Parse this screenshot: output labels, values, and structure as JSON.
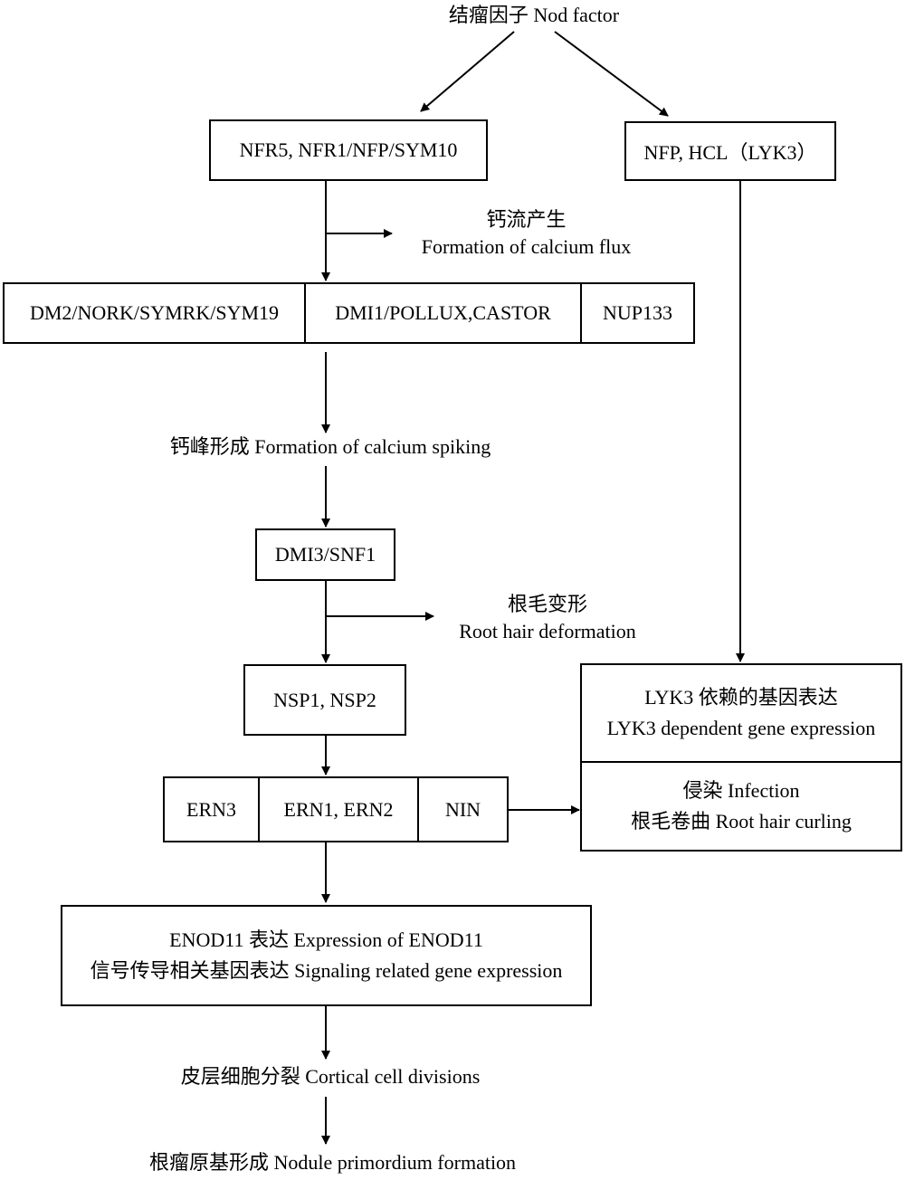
{
  "top": {
    "label": "结瘤因子  Nod factor"
  },
  "receptor_left": {
    "text": "NFR5, NFR1/NFP/SYM10"
  },
  "receptor_right": {
    "text": "NFP, HCL（LYK3）"
  },
  "calcium_flux": {
    "zh": "钙流产生",
    "en": "Formation of calcium flux"
  },
  "sym_row": {
    "cells": [
      "DM2/NORK/SYMRK/SYM19",
      "DMI1/POLLUX,CASTOR",
      "NUP133"
    ]
  },
  "calcium_spiking": {
    "label": "钙峰形成  Formation of calcium spiking"
  },
  "dmi3": {
    "text": "DMI3/SNF1"
  },
  "root_hair_deformation": {
    "zh": "根毛变形",
    "en": "Root hair deformation"
  },
  "nsp": {
    "text": "NSP1, NSP2"
  },
  "ern_row": {
    "cells": [
      "ERN3",
      "ERN1, ERN2",
      "NIN"
    ]
  },
  "lyk3_box": {
    "top_line1": "LYK3 依赖的基因表达",
    "top_line2": "LYK3 dependent gene expression",
    "bottom_line1": "侵染  Infection",
    "bottom_line2": "根毛卷曲  Root hair curling"
  },
  "enod_box": {
    "line1": "ENOD11 表达  Expression of ENOD11",
    "line2": "信号传导相关基因表达  Signaling related gene expression"
  },
  "cortical": {
    "label": "皮层细胞分裂  Cortical cell divisions"
  },
  "nodule": {
    "label": "根瘤原基形成  Nodule primordium formation"
  }
}
